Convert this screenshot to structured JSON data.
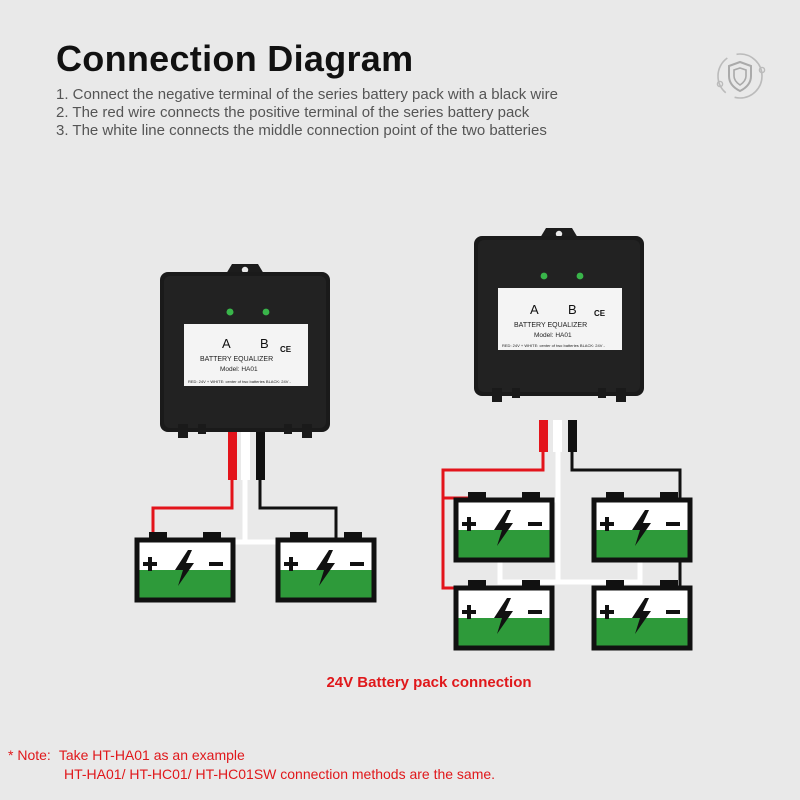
{
  "title": "Connection Diagram",
  "steps": [
    "1. Connect the negative terminal of the series battery pack with a black wire",
    "2. The red wire connects the positive terminal of the series battery pack",
    "3. The white line connects the middle connection point of the two batteries"
  ],
  "device": {
    "label_a": "A",
    "label_b": "B",
    "name": "BATTERY EQUALIZER",
    "model": "Model: HA01",
    "ce": "CE",
    "wiring": "RED: 24V +   WHITE: center of two batteries BLACK: 24V -"
  },
  "caption": "24V Battery pack connection",
  "note": {
    "prefix": "* Note:",
    "line1": "Take HT-HA01 as an example",
    "line2": "HT-HA01/ HT-HC01/ HT-HC01SW connection methods are the same."
  },
  "battery": {
    "plus": "+",
    "minus": "−"
  },
  "colors": {
    "wire_red": "#e3141b",
    "wire_black": "#111111",
    "wire_white": "#ffffff",
    "battery_green": "#2e9a3a",
    "caption_red": "#e0181b"
  },
  "icons": [
    "shield-icon",
    "lightning-icon",
    "led-icon"
  ]
}
